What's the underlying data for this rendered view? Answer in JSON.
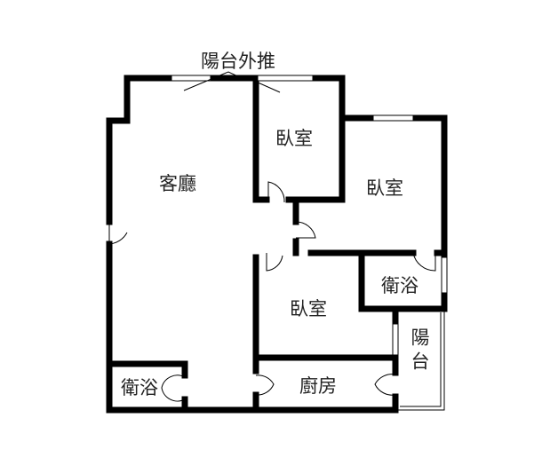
{
  "title": "陽台外推",
  "rooms": {
    "living": "客廳",
    "bedroom_top": "臥室",
    "bedroom_right": "臥室",
    "bedroom_middle": "臥室",
    "bath_right": "衛浴",
    "bath_left": "衛浴",
    "kitchen": "廚房",
    "balcony": "陽台"
  },
  "colors": {
    "wall": "#000000",
    "background": "#ffffff"
  }
}
